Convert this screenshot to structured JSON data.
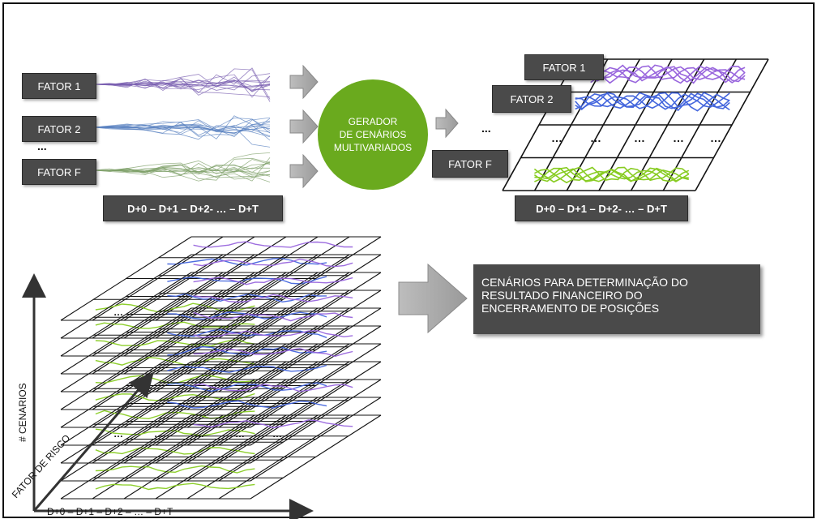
{
  "factors": {
    "f1": "FATOR 1",
    "f2": "FATOR 2",
    "fF": "FATOR F",
    "ellipsis": "..."
  },
  "generator": {
    "line1": "GERADOR",
    "line2": "DE CENÁRIOS",
    "line3": "MULTIVARIADOS"
  },
  "timeline": "D+0 – D+1 – D+2- … – D+T",
  "grid_row_dots": "…",
  "result_text": "CENÁRIOS PARA DETERMINAÇÃO DO\nRESULTADO FINANCEIRO DO\nENCERRAMENTO DE POSIÇÕES",
  "axes": {
    "y_label": "# CENARIOS",
    "z_label": "FATOR DE RISCO",
    "x_label": "D+0 – D+1 – D+2 – … – D+T"
  },
  "colors": {
    "purple": "#9966dd",
    "blue": "#4466dd",
    "green": "#88cc22",
    "dark_box": "#4a4a4a",
    "generator": "#6aaa1e"
  }
}
